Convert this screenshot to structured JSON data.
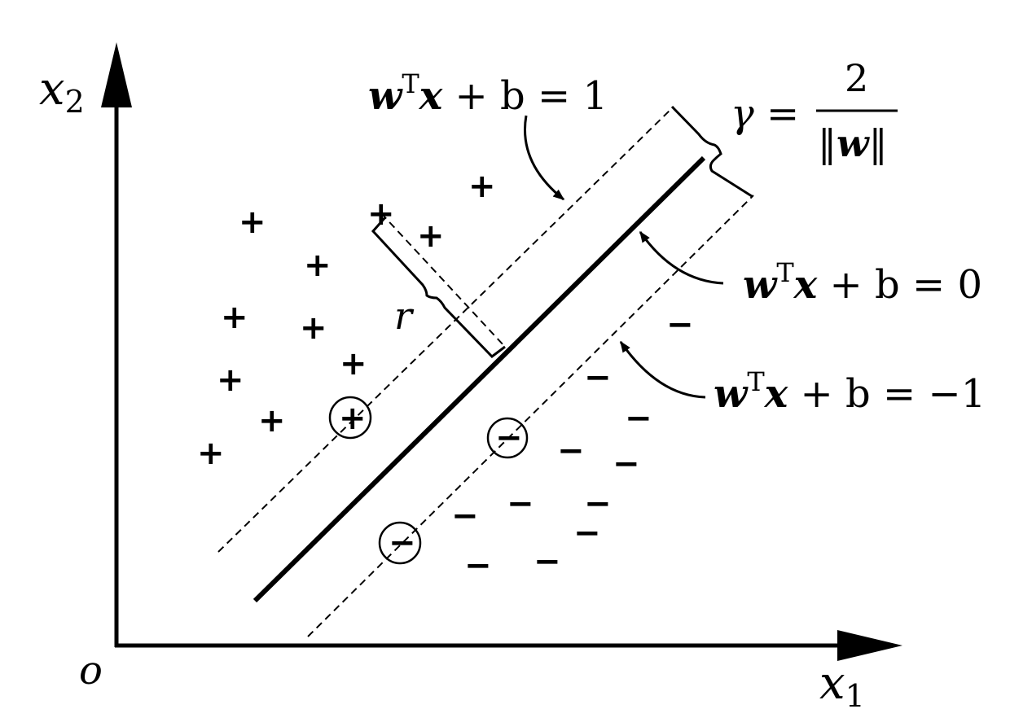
{
  "axes": {
    "x_label_var": "x",
    "x_label_sub": "1",
    "y_label_var": "x",
    "y_label_sub": "2",
    "origin_label": "o"
  },
  "hyperplanes": {
    "upper": {
      "w": "w",
      "T": "T",
      "x": "x",
      "rest": " + b = 1"
    },
    "middle": {
      "w": "w",
      "T": "T",
      "x": "x",
      "rest": " + b = 0"
    },
    "lower": {
      "w": "w",
      "T": "T",
      "x": "x",
      "rest": " + b = −1"
    }
  },
  "margin": {
    "gamma_lhs": "γ = ",
    "numerator": "2",
    "denominator_w": "w",
    "denominator_bars": "‖"
  },
  "distance_label": "r",
  "class_symbols": {
    "positive": "+",
    "negative": "−"
  }
}
